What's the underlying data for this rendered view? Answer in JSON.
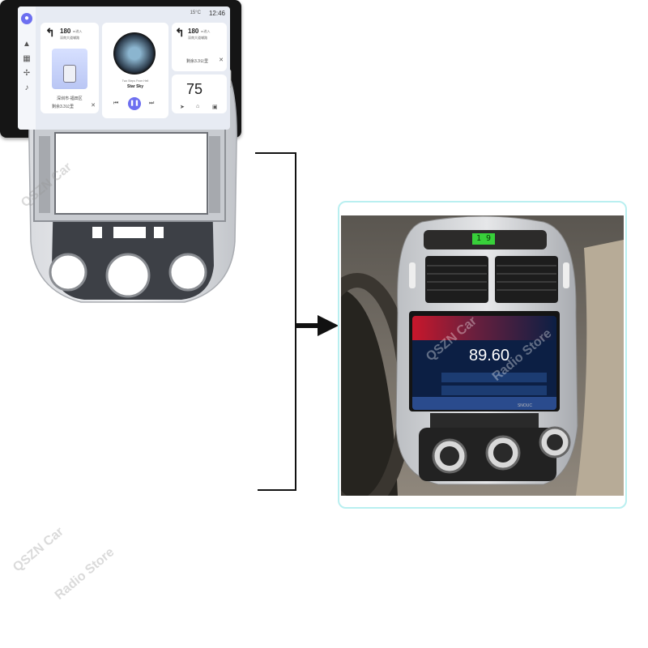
{
  "watermark": {
    "text_1": "QSZN Car",
    "text_2": "Radio Store"
  },
  "unit_screen": {
    "status": {
      "temp": "15°C",
      "time": "12:46"
    },
    "dock_icons": [
      "assistant-icon",
      "location-icon",
      "grid-icon",
      "fan-icon",
      "music-icon"
    ],
    "nav_card": {
      "distance": "180",
      "distance_unit": "m进入",
      "road": "深南大道辅路",
      "bottom": "深圳市·福田区",
      "lane_note": "剩余3.3公里"
    },
    "music_card": {
      "title": "Star Sky",
      "artist": "Two Steps From Hell"
    },
    "nav_card_2": {
      "distance": "180",
      "distance_unit": "m进入",
      "road": "深南大道辅路",
      "note": "剩余3.3公里"
    },
    "speed_card": {
      "speed": "75"
    }
  },
  "installed_photo": {
    "frequency": "89.60",
    "clock": "1 9",
    "brand": "SNOUC"
  },
  "colors": {
    "frame_silver": "#c9ccd0",
    "frame_dark": "#3a3d42",
    "photo_border": "#b9eff0",
    "accent_purple": "#6d6ff0"
  }
}
